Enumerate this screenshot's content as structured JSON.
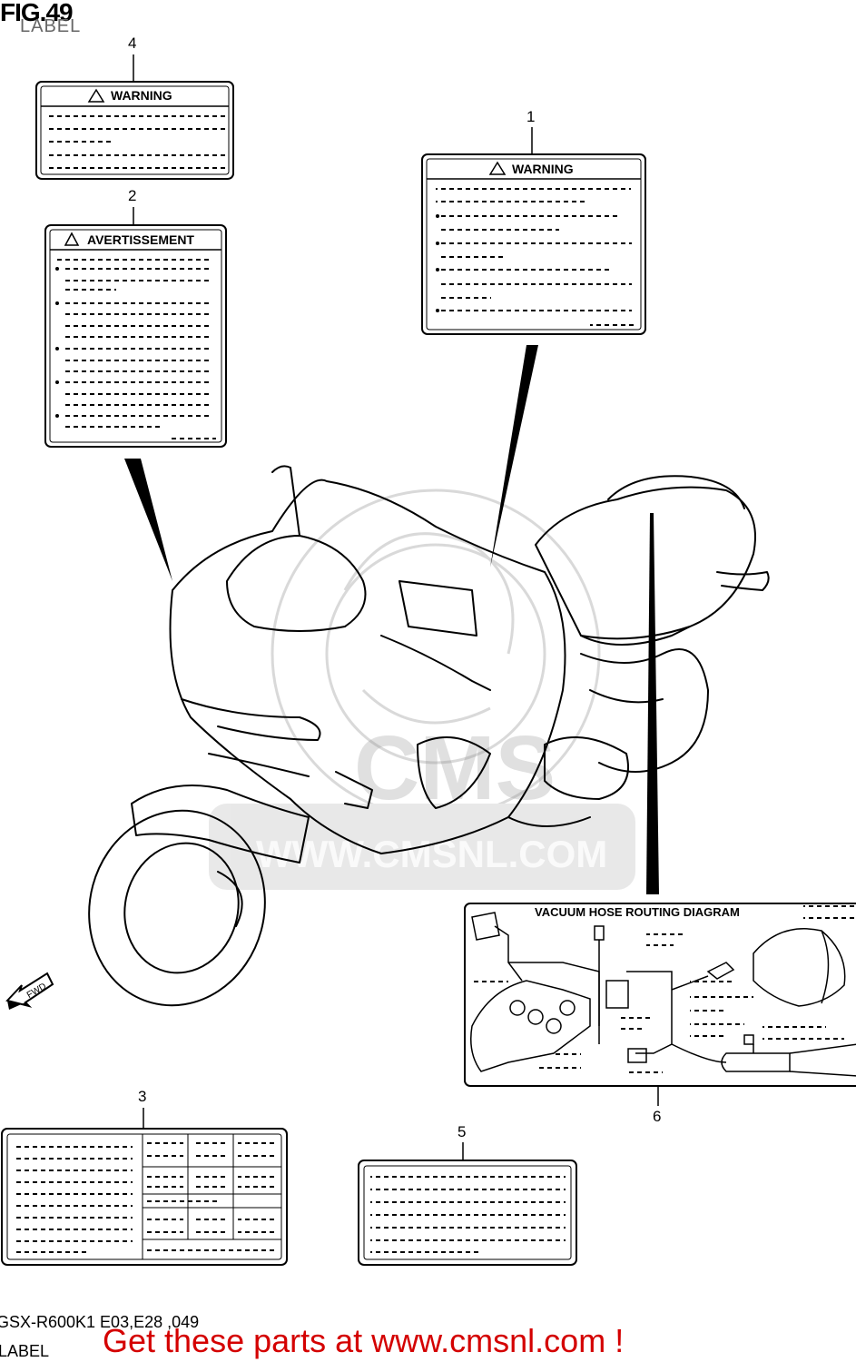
{
  "figure": {
    "title": "FIG.49",
    "subtitle": "LABEL",
    "footer_model": "GSX-R600K1 E03,E28 ,049",
    "footer_sub": "LABEL",
    "watermark_bottom": "Get these parts at www.cmsnl.com !",
    "watermark_center": "WWW.CMSNL.COM",
    "watermark_logo": "CMS"
  },
  "callouts": [
    "1",
    "2",
    "3",
    "4",
    "5",
    "6"
  ],
  "labels": {
    "label_1_title": "WARNING",
    "label_2_title": "AVERTISSEMENT",
    "label_4_title": "WARNING",
    "label_6_title": "VACUUM HOSE ROUTING DIAGRAM"
  },
  "arrow": {
    "text": "FWD"
  }
}
